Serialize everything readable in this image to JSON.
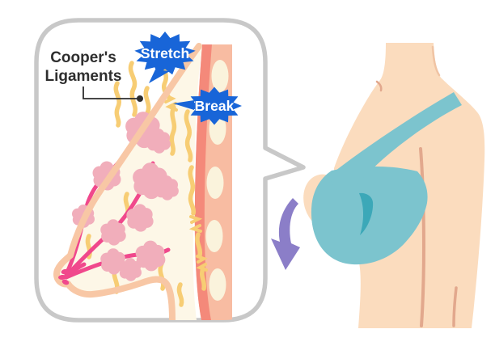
{
  "page": {
    "background": "#FFFFFF",
    "title": "Cooper's ligaments stretch and break illustration"
  },
  "callout": {
    "label_line1": "Cooper's",
    "label_line2": "Ligaments",
    "stretch_badge": "Stretch",
    "break_badge": "Break"
  },
  "icons": {
    "stretch_badge_shape": "starburst-speech-bubble",
    "break_badge_shape": "starburst-speech-bubble",
    "sag_arrow": "curved-down-arrow",
    "callout_shape": "rounded-speech-bubble"
  },
  "colors": {
    "badge_blue": "#1865D8",
    "badge_text": "#FFFFFF",
    "bubble_border_gray": "#C8C8C8",
    "tissue_cream": "#FDF7E7",
    "skin_outline_peach": "#F8C7A5",
    "chest_wall_light": "#F8BCA2",
    "chest_wall_dark": "#F4897A",
    "rib_oval_cream": "#FAF3DC",
    "ligament_yellow": "#F7CD74",
    "duct_pink": "#F0488C",
    "lobule_pink": "#F1AEBB",
    "figure_skin": "#FBDCBE",
    "crease_tan": "#E2A88D",
    "bra_teal": "#7CC4CE",
    "bra_shadow_teal": "#3CA8B8",
    "arrow_purple": "#8B7EC8",
    "label_text": "#2E2E2E"
  }
}
